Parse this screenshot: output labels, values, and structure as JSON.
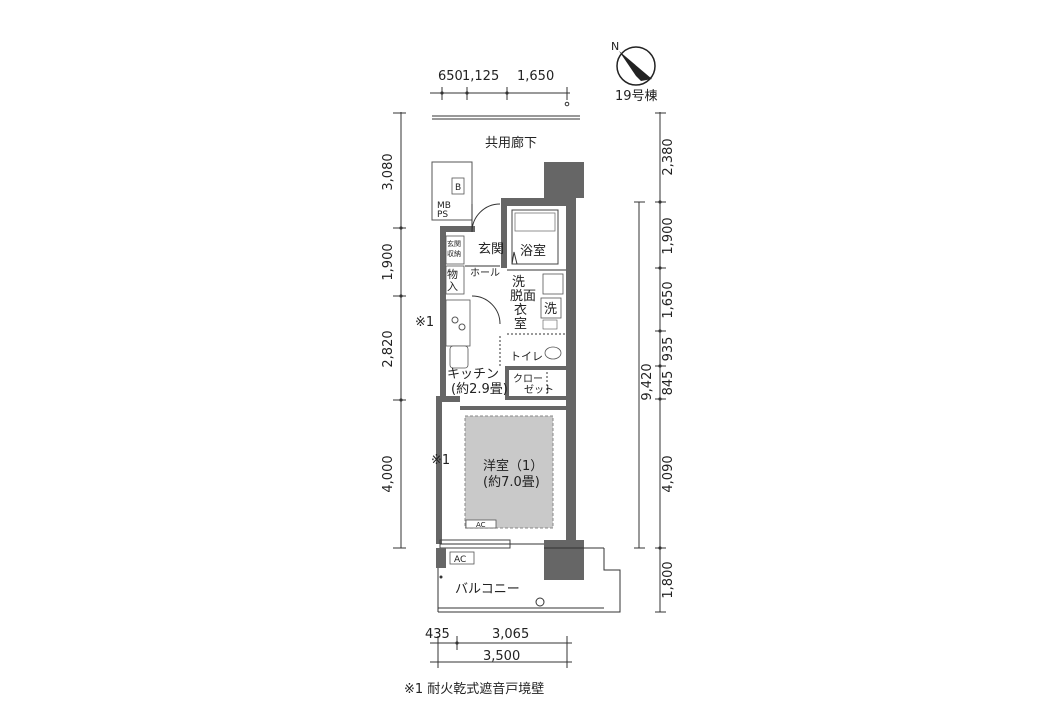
{
  "compass": {
    "building": "19号棟",
    "north_letter": "N"
  },
  "dims": {
    "top": [
      "650",
      "1,125",
      "1,650"
    ],
    "left": [
      "3,080",
      "1,900",
      "2,820",
      "4,000"
    ],
    "right": [
      "2,380",
      "1,900",
      "1,650",
      "935",
      "845",
      "4,090",
      "1,800"
    ],
    "right_total": "9,420",
    "bottom": [
      "435",
      "3,065"
    ],
    "bottom_total": "3,500"
  },
  "rooms": {
    "corridor": "共用廊下",
    "bath": "浴室",
    "entrance": "玄関",
    "entrance_storage": [
      "玄関",
      "収納"
    ],
    "hall": "ホール",
    "storage": [
      "物",
      "入"
    ],
    "washroom": [
      "洗",
      "脱面",
      "衣",
      "室"
    ],
    "washer": "洗",
    "toilet": "トイレ",
    "closet": [
      "クロー",
      "ゼット"
    ],
    "kitchen": [
      "キッチン",
      "(約2.9畳)"
    ],
    "western": [
      "洋室（1）",
      "(約7.0畳)"
    ],
    "balcony": "バルコニー",
    "mbps": [
      "MB",
      "PS"
    ],
    "b": "B",
    "ac_inside": "AC",
    "ac_outside": "AC"
  },
  "marks": {
    "left_upper": "※1",
    "left_lower": "※1"
  },
  "footnote": "※1 耐火乾式遮音戸境壁"
}
